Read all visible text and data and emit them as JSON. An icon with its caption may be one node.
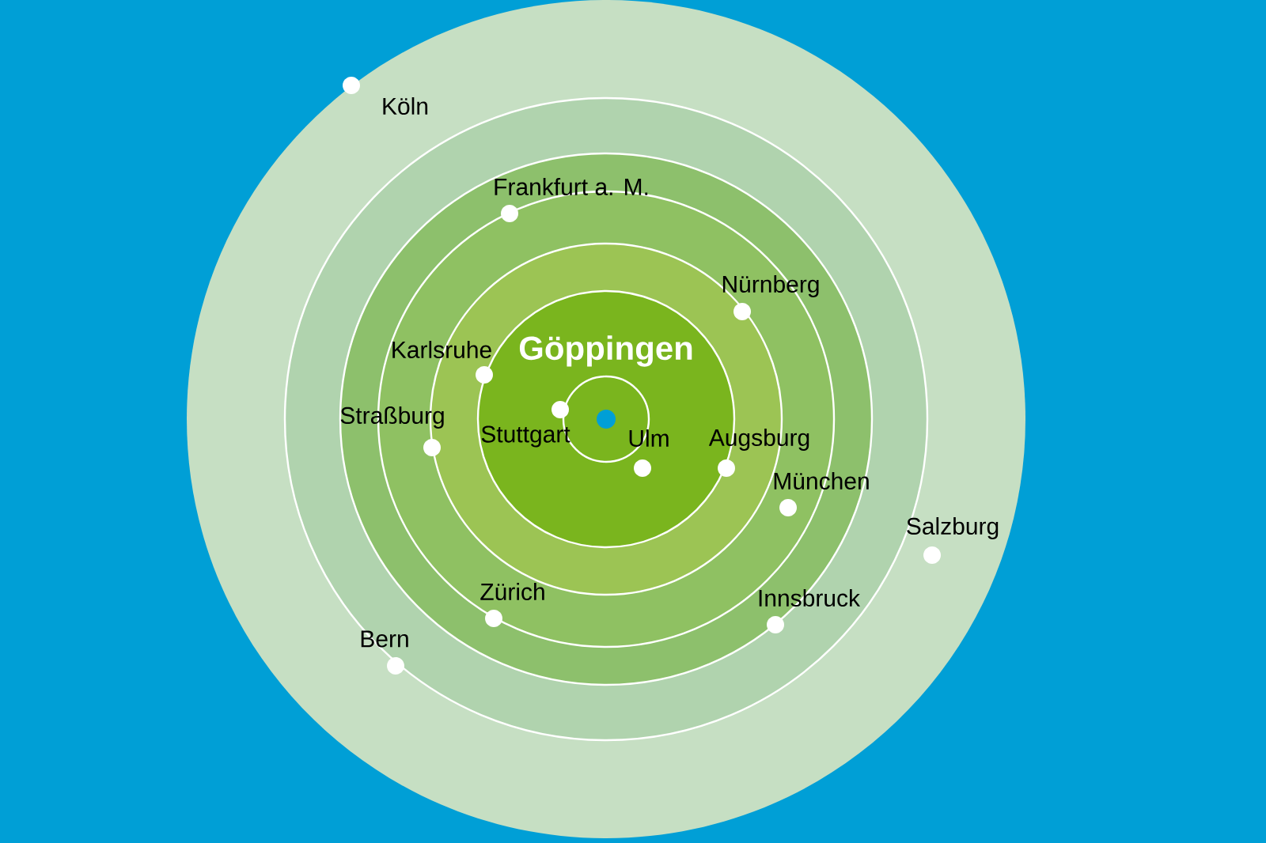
{
  "diagram": {
    "nodes": [
      {
        "text": [
          "Göppingen"
        ]
      },
      {
        "text": [
          "Köln"
        ]
      },
      {
        "text": [
          "Frankfurt a. M."
        ]
      },
      {
        "text": [
          "Nürnberg"
        ]
      },
      {
        "text": [
          "Karlsruhe"
        ]
      },
      {
        "text": [
          "Straßburg"
        ]
      },
      {
        "text": [
          "Stuttgart"
        ]
      },
      {
        "text": [
          "Ulm"
        ]
      },
      {
        "text": [
          "Augsburg"
        ]
      },
      {
        "text": [
          "München"
        ]
      },
      {
        "text": [
          "Salzburg"
        ]
      },
      {
        "text": [
          "Zürich"
        ]
      },
      {
        "text": [
          "Innsbruck"
        ]
      },
      {
        "text": [
          "Bern"
        ]
      }
    ]
  }
}
